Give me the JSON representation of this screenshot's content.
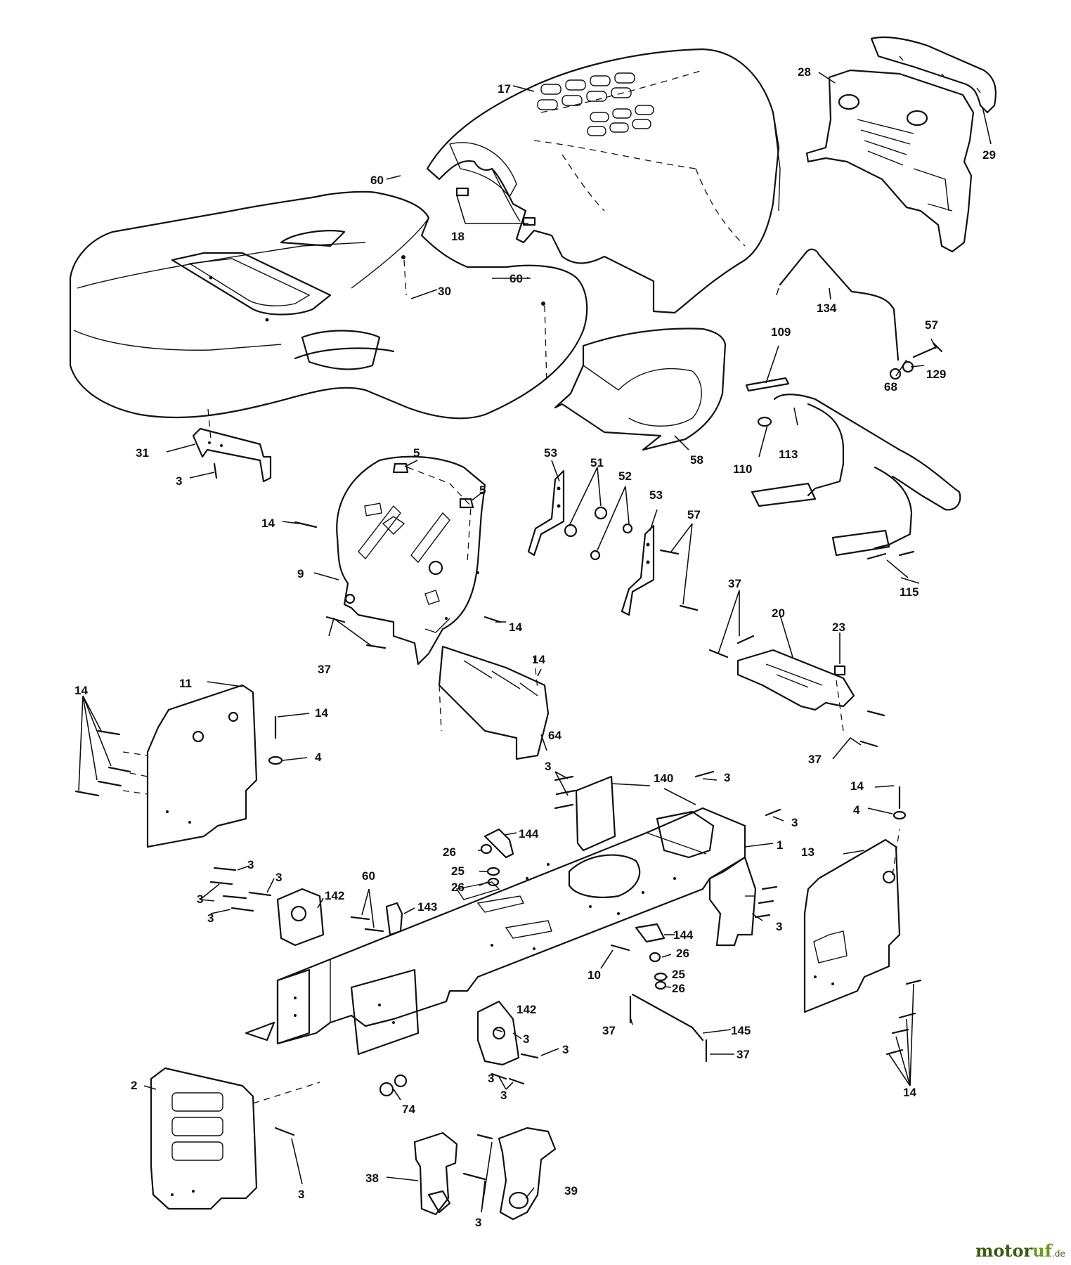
{
  "labels": {
    "l17": "17",
    "l28": "28",
    "l29": "29",
    "l60a": "60",
    "l18": "18",
    "l60b": "60",
    "l30": "30",
    "l134": "134",
    "l57a": "57",
    "l129": "129",
    "l68": "68",
    "l109": "109",
    "l58": "58",
    "l113": "113",
    "l110": "110",
    "l31": "31",
    "l3a": "3",
    "l5a": "5",
    "l5b": "5",
    "l14a": "14",
    "l9": "9",
    "l53a": "53",
    "l51": "51",
    "l52": "52",
    "l53b": "53",
    "l57b": "57",
    "l115": "115",
    "l14b": "14",
    "l37a": "37",
    "l37b": "37",
    "l20": "20",
    "l23": "23",
    "l14c": "14",
    "l11": "11",
    "l14d": "14",
    "l14e": "14",
    "l4a": "4",
    "l64": "64",
    "l37c": "37",
    "l3b": "3",
    "l140": "140",
    "l3c": "3",
    "l14f": "14",
    "l4b": "4",
    "l3d": "3",
    "l144a": "144",
    "l1": "1",
    "l13": "13",
    "l26a": "26",
    "l25a": "25",
    "l26b": "26",
    "l3e": "3",
    "l3f": "3",
    "l60c": "60",
    "l3g": "3",
    "l142a": "142",
    "l3h": "3",
    "l143": "143",
    "l3i": "3",
    "l144b": "144",
    "l26c": "26",
    "l10": "10",
    "l25b": "25",
    "l26d": "26",
    "l142b": "142",
    "l3j": "3",
    "l37d": "37",
    "l145": "145",
    "l3k": "3",
    "l37e": "37",
    "l2": "2",
    "l3l": "3",
    "l74": "74",
    "l3m": "3",
    "l14g": "14",
    "l38": "38",
    "l3n": "3",
    "l39": "39",
    "l3o": "3"
  },
  "watermark": {
    "brand_main": "motor",
    "brand_accent": "uf",
    "brand_suffix": ".de"
  }
}
